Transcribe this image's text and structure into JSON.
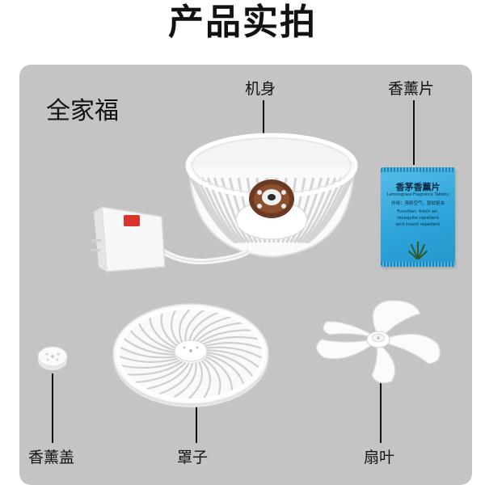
{
  "heading": "产品实拍",
  "set_label": "全家福",
  "labels": {
    "body": "机身",
    "tablet": "香薰片",
    "cap": "香薰盖",
    "cover": "罩子",
    "blade": "扇叶"
  },
  "packet": {
    "title": "香茅香薰片",
    "subtitle": "Lemongrass Fragrance Tablets",
    "line1": "作用：清新空气，驱蚊驱虫",
    "line2": "Function: fresh air,",
    "line3": "mosquito repellent",
    "line4": "and insect repellent"
  },
  "colors": {
    "panel": "#c4c4c4",
    "switch_red": "#d8342b",
    "packet_blue": "#2ea4da"
  }
}
